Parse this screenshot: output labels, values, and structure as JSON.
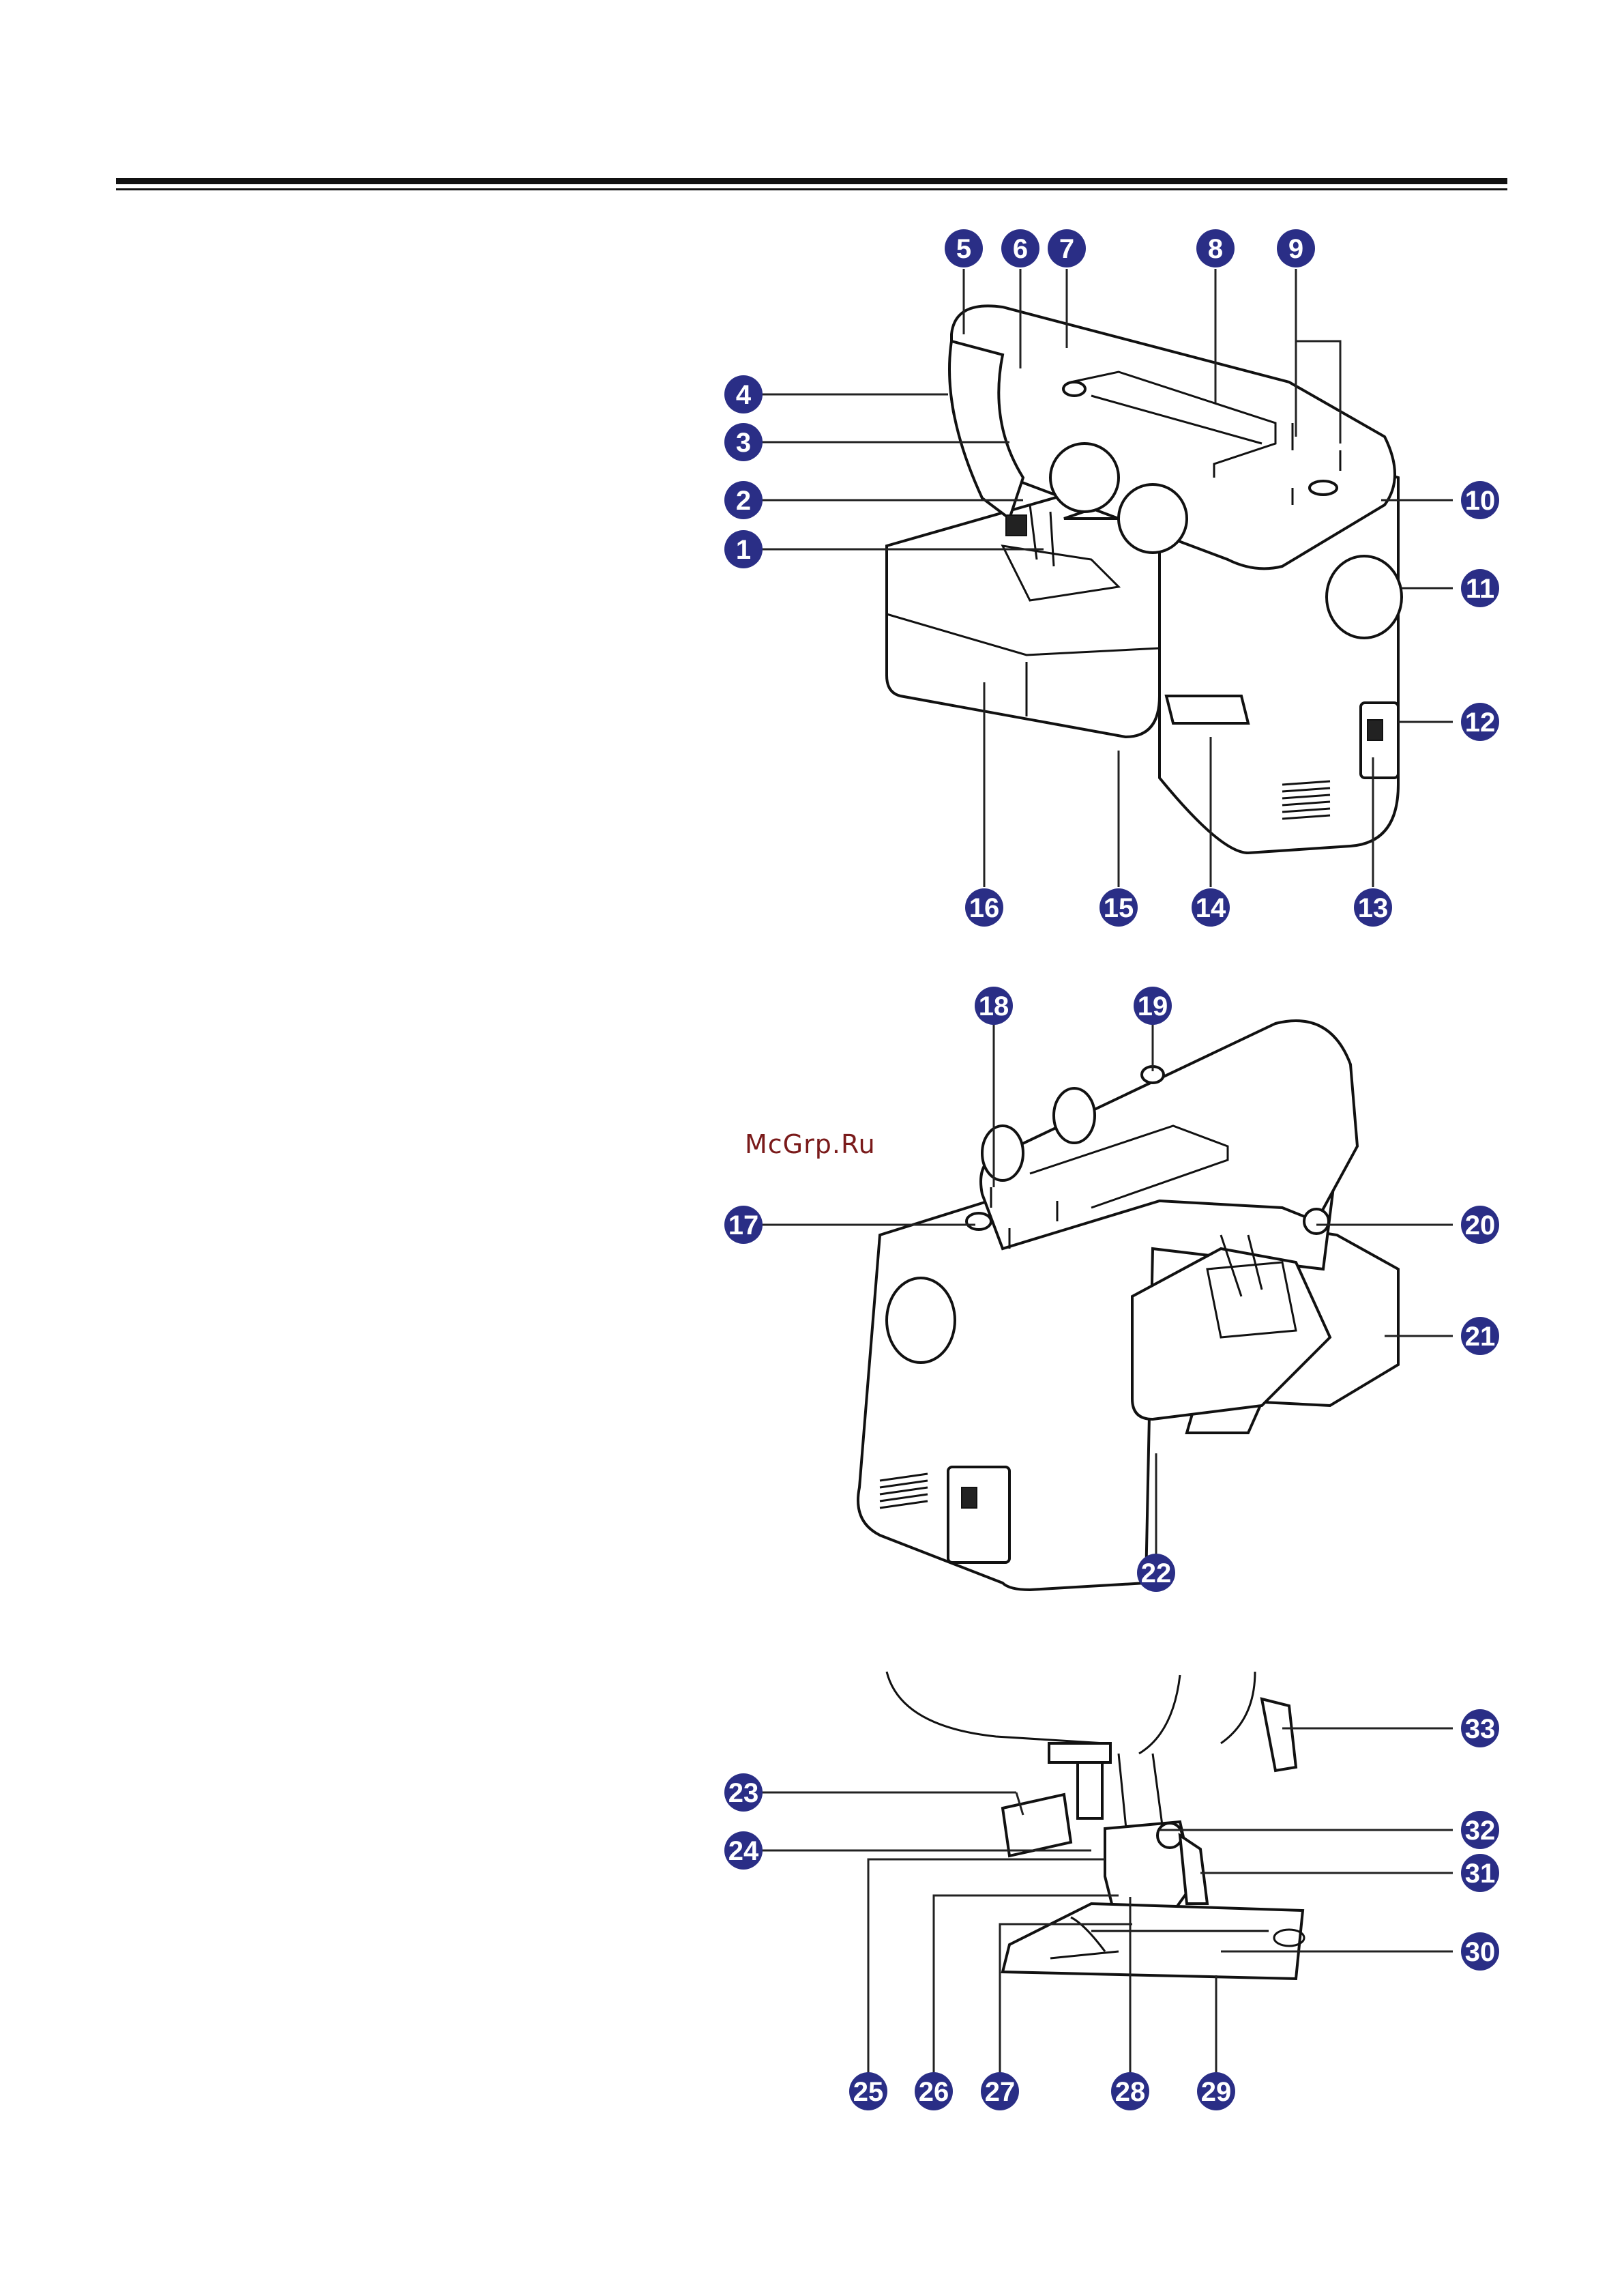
{
  "watermark": "McGrp.Ru",
  "figures": [
    {
      "name": "front-view",
      "callouts": [
        "1",
        "2",
        "3",
        "4",
        "5",
        "6",
        "7",
        "8",
        "9",
        "10",
        "11",
        "12",
        "13",
        "14",
        "15",
        "16"
      ]
    },
    {
      "name": "rear-view",
      "callouts": [
        "17",
        "18",
        "19",
        "20",
        "21",
        "22"
      ]
    },
    {
      "name": "presser-foot-area",
      "callouts": [
        "23",
        "24",
        "25",
        "26",
        "27",
        "28",
        "29",
        "30",
        "31",
        "32",
        "33"
      ]
    }
  ],
  "colors": {
    "badge": "#2a2e86",
    "line": "#111111"
  }
}
